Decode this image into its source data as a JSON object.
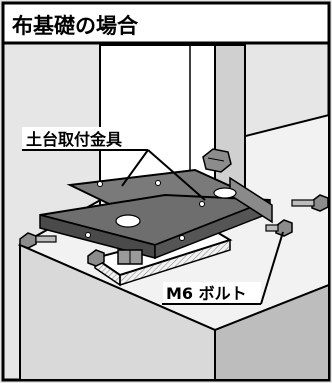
{
  "header": {
    "title": "布基礎の場合"
  },
  "callouts": {
    "base_fitting": "土台取付金具",
    "bolt": "M6 ボルト"
  }
}
